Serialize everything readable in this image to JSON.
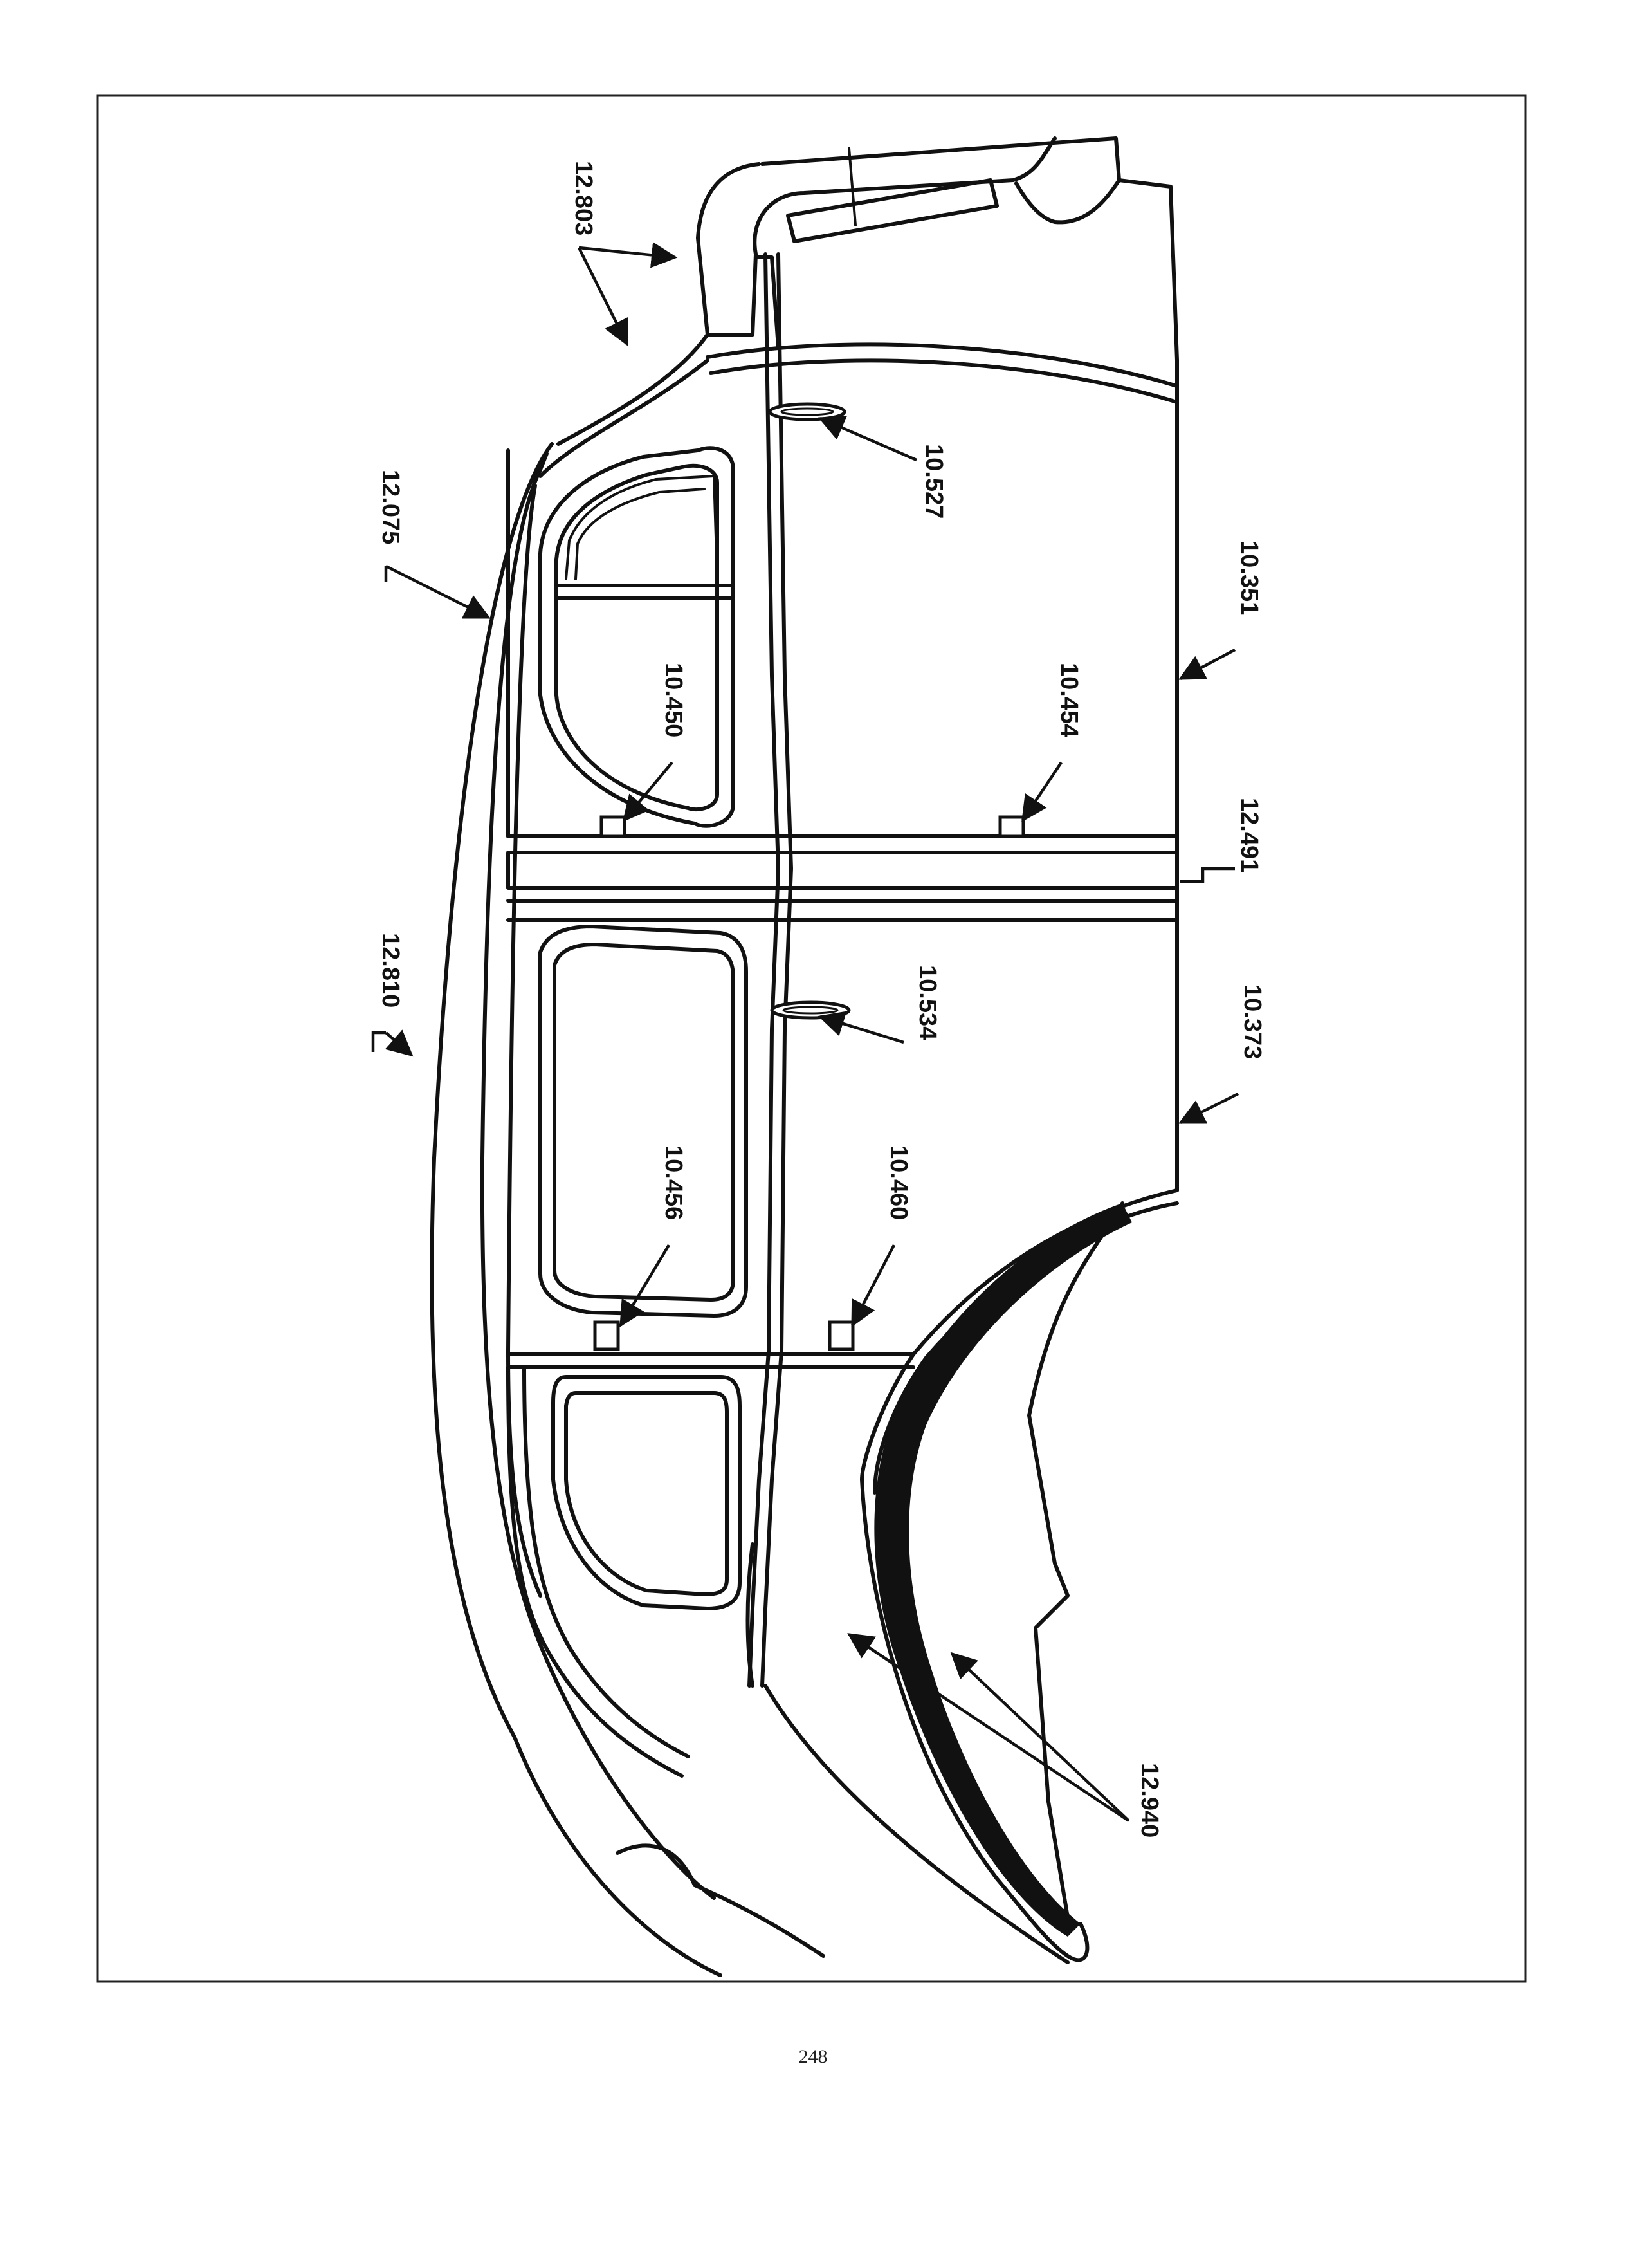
{
  "page_number": "248",
  "callouts": [
    {
      "id": "c12803",
      "text": "12.803"
    },
    {
      "id": "c12075",
      "text": "12.075"
    },
    {
      "id": "c10527",
      "text": "10.527"
    },
    {
      "id": "c10450",
      "text": "10.450"
    },
    {
      "id": "c10454",
      "text": "10.454"
    },
    {
      "id": "c10351",
      "text": "10.351"
    },
    {
      "id": "c12491",
      "text": "12.491"
    },
    {
      "id": "c12810",
      "text": "12.810"
    },
    {
      "id": "c10534",
      "text": "10.534"
    },
    {
      "id": "c10373",
      "text": "10.373"
    },
    {
      "id": "c10456",
      "text": "10.456"
    },
    {
      "id": "c10460",
      "text": "10.460"
    },
    {
      "id": "c12940",
      "text": "12.940"
    }
  ],
  "colors": {
    "ink": "#111111",
    "paper": "#ffffff"
  }
}
